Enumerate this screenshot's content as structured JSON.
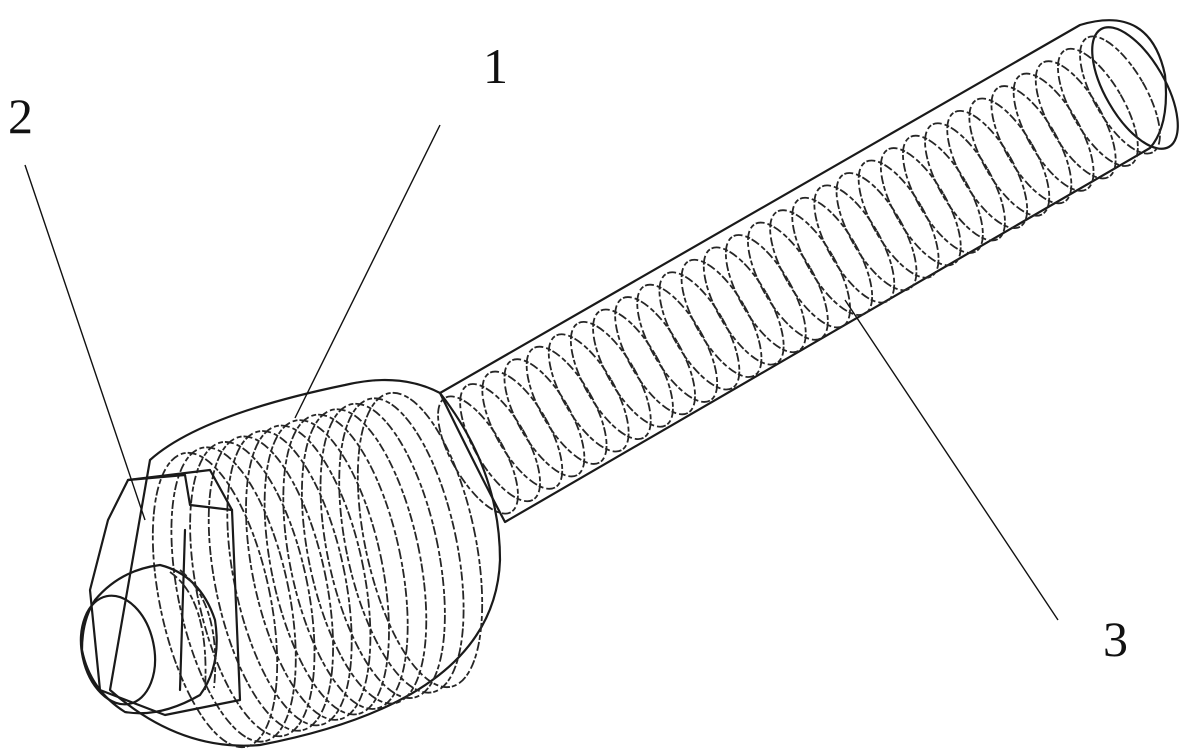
{
  "labels": {
    "part_1": "1",
    "part_2": "2",
    "part_3": "3"
  }
}
